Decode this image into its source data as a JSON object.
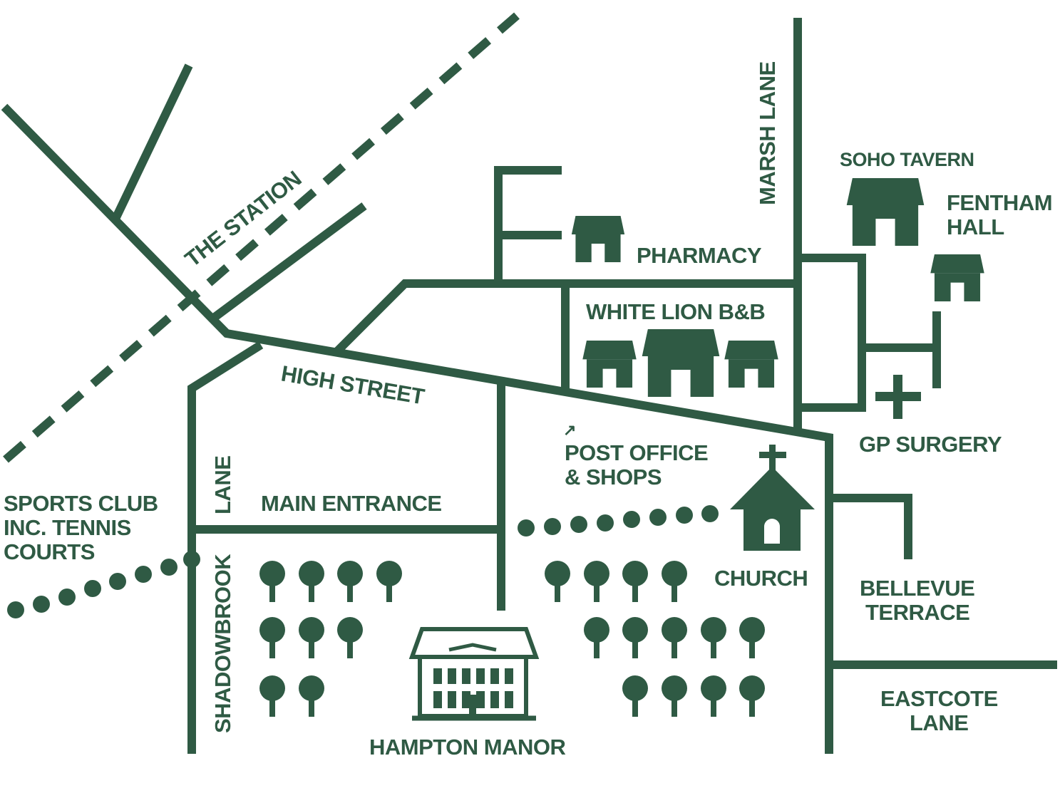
{
  "colors": {
    "ink": "#2f5a44",
    "background": "#ffffff"
  },
  "labels": {
    "the_station": "THE STATION",
    "marsh_lane": "MARSH LANE",
    "soho_tavern": "SOHO TAVERN",
    "fentham_hall_1": "FENTHAM",
    "fentham_hall_2": "HALL",
    "pharmacy": "PHARMACY",
    "white_lion": "WHITE LION B&B",
    "high_street": "HIGH STREET",
    "post_office_arrow": "↗",
    "post_office_1": "POST OFFICE",
    "post_office_2": "& SHOPS",
    "gp_surgery": "GP SURGERY",
    "lane": "LANE",
    "main_entrance": "MAIN ENTRANCE",
    "sports_club_1": "SPORTS CLUB",
    "sports_club_2": "INC. TENNIS",
    "sports_club_3": "COURTS",
    "shadowbrook": "SHADOWBROOK",
    "church": "CHURCH",
    "bellevue_1": "BELLEVUE",
    "bellevue_2": "TERRACE",
    "eastcote_1": "EASTCOTE",
    "eastcote_2": "LANE",
    "hampton_manor": "HAMPTON MANOR"
  },
  "icons": {
    "house": "house-icon",
    "church": "church-icon",
    "cross": "medical-cross-icon",
    "tree": "tree-icon",
    "manor": "manor-house-icon"
  }
}
